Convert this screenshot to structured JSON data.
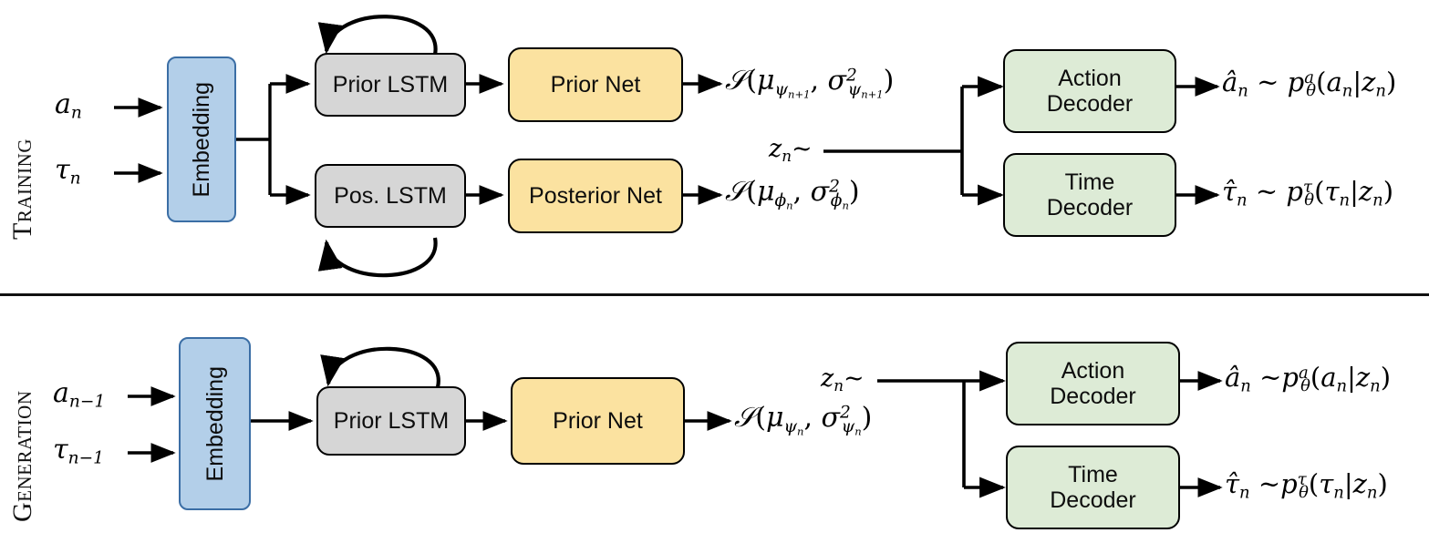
{
  "figure": {
    "title": "Variational sequential model: training and generation flow",
    "background": "#ffffff",
    "divider_color": "#111111"
  },
  "palette": {
    "embedding_fill": "#b3cfe9",
    "embedding_stroke": "#3b6ea5",
    "lstm_fill": "#d6d6d6",
    "net_fill": "#fbe2a0",
    "decoder_fill": "#ddebd6",
    "stroke": "#000000"
  },
  "sections": [
    {
      "id": "training",
      "label": "Training",
      "inputs": [
        {
          "name": "action-input",
          "text": "a",
          "sub": "n"
        },
        {
          "name": "time-input",
          "text": "τ",
          "sub": "n"
        }
      ],
      "boxes": {
        "embedding": "Embedding",
        "prior_lstm": "Prior LSTM",
        "pos_lstm": "Pos. LSTM",
        "prior_net": "Prior Net",
        "posterior_net": "Posterior Net",
        "action_decoder_line1": "Action",
        "action_decoder_line2": "Decoder",
        "time_decoder_line1": "Time",
        "time_decoder_line2": "Decoder"
      },
      "outputs": {
        "prior_distribution": "𝒩(μ_{ψ_{n+1}}, σ²_{ψ_{n+1}})",
        "posterior_distribution": "𝒩(μ_{φ_n}, σ²_{φ_n})",
        "latent_sample": "z_n~",
        "action_output": "â_n ~ pₓᵃ(a_n|z_n)",
        "time_output": "τ̂_n ~ pₓᵗ(τ_n|z_n)"
      }
    },
    {
      "id": "generation",
      "label": "Generation",
      "inputs": [
        {
          "name": "action-input",
          "text": "a",
          "sub": "n−1"
        },
        {
          "name": "time-input",
          "text": "τ",
          "sub": "n−1"
        }
      ],
      "boxes": {
        "embedding": "Embedding",
        "prior_lstm": "Prior LSTM",
        "prior_net": "Prior Net",
        "action_decoder_line1": "Action",
        "action_decoder_line2": "Decoder",
        "time_decoder_line1": "Time",
        "time_decoder_line2": "Decoder"
      },
      "outputs": {
        "prior_distribution": "𝒩(μ_{ψ_n}, σ²_{ψ_n})",
        "latent_sample": "z_n~",
        "action_output": "â_n ~ pₓᵃ(a_n|z_n)",
        "time_output": "τ̂_n ~ pₓᵗ(τ_n|z_n)"
      }
    }
  ],
  "symbols": {
    "N": "𝒩",
    "mu": "μ",
    "sigma": "σ",
    "psi": "ψ",
    "phi": "ϕ",
    "tau": "τ",
    "theta": "θ",
    "tilde": "~",
    "z": "z",
    "p": "p",
    "a": "a",
    "n": "n",
    "n_plus_1": "n+1",
    "n_minus_1": "n−1",
    "two": "2",
    "bar": "|",
    "a_hat": "â",
    "tau_hat": "τ̂"
  }
}
